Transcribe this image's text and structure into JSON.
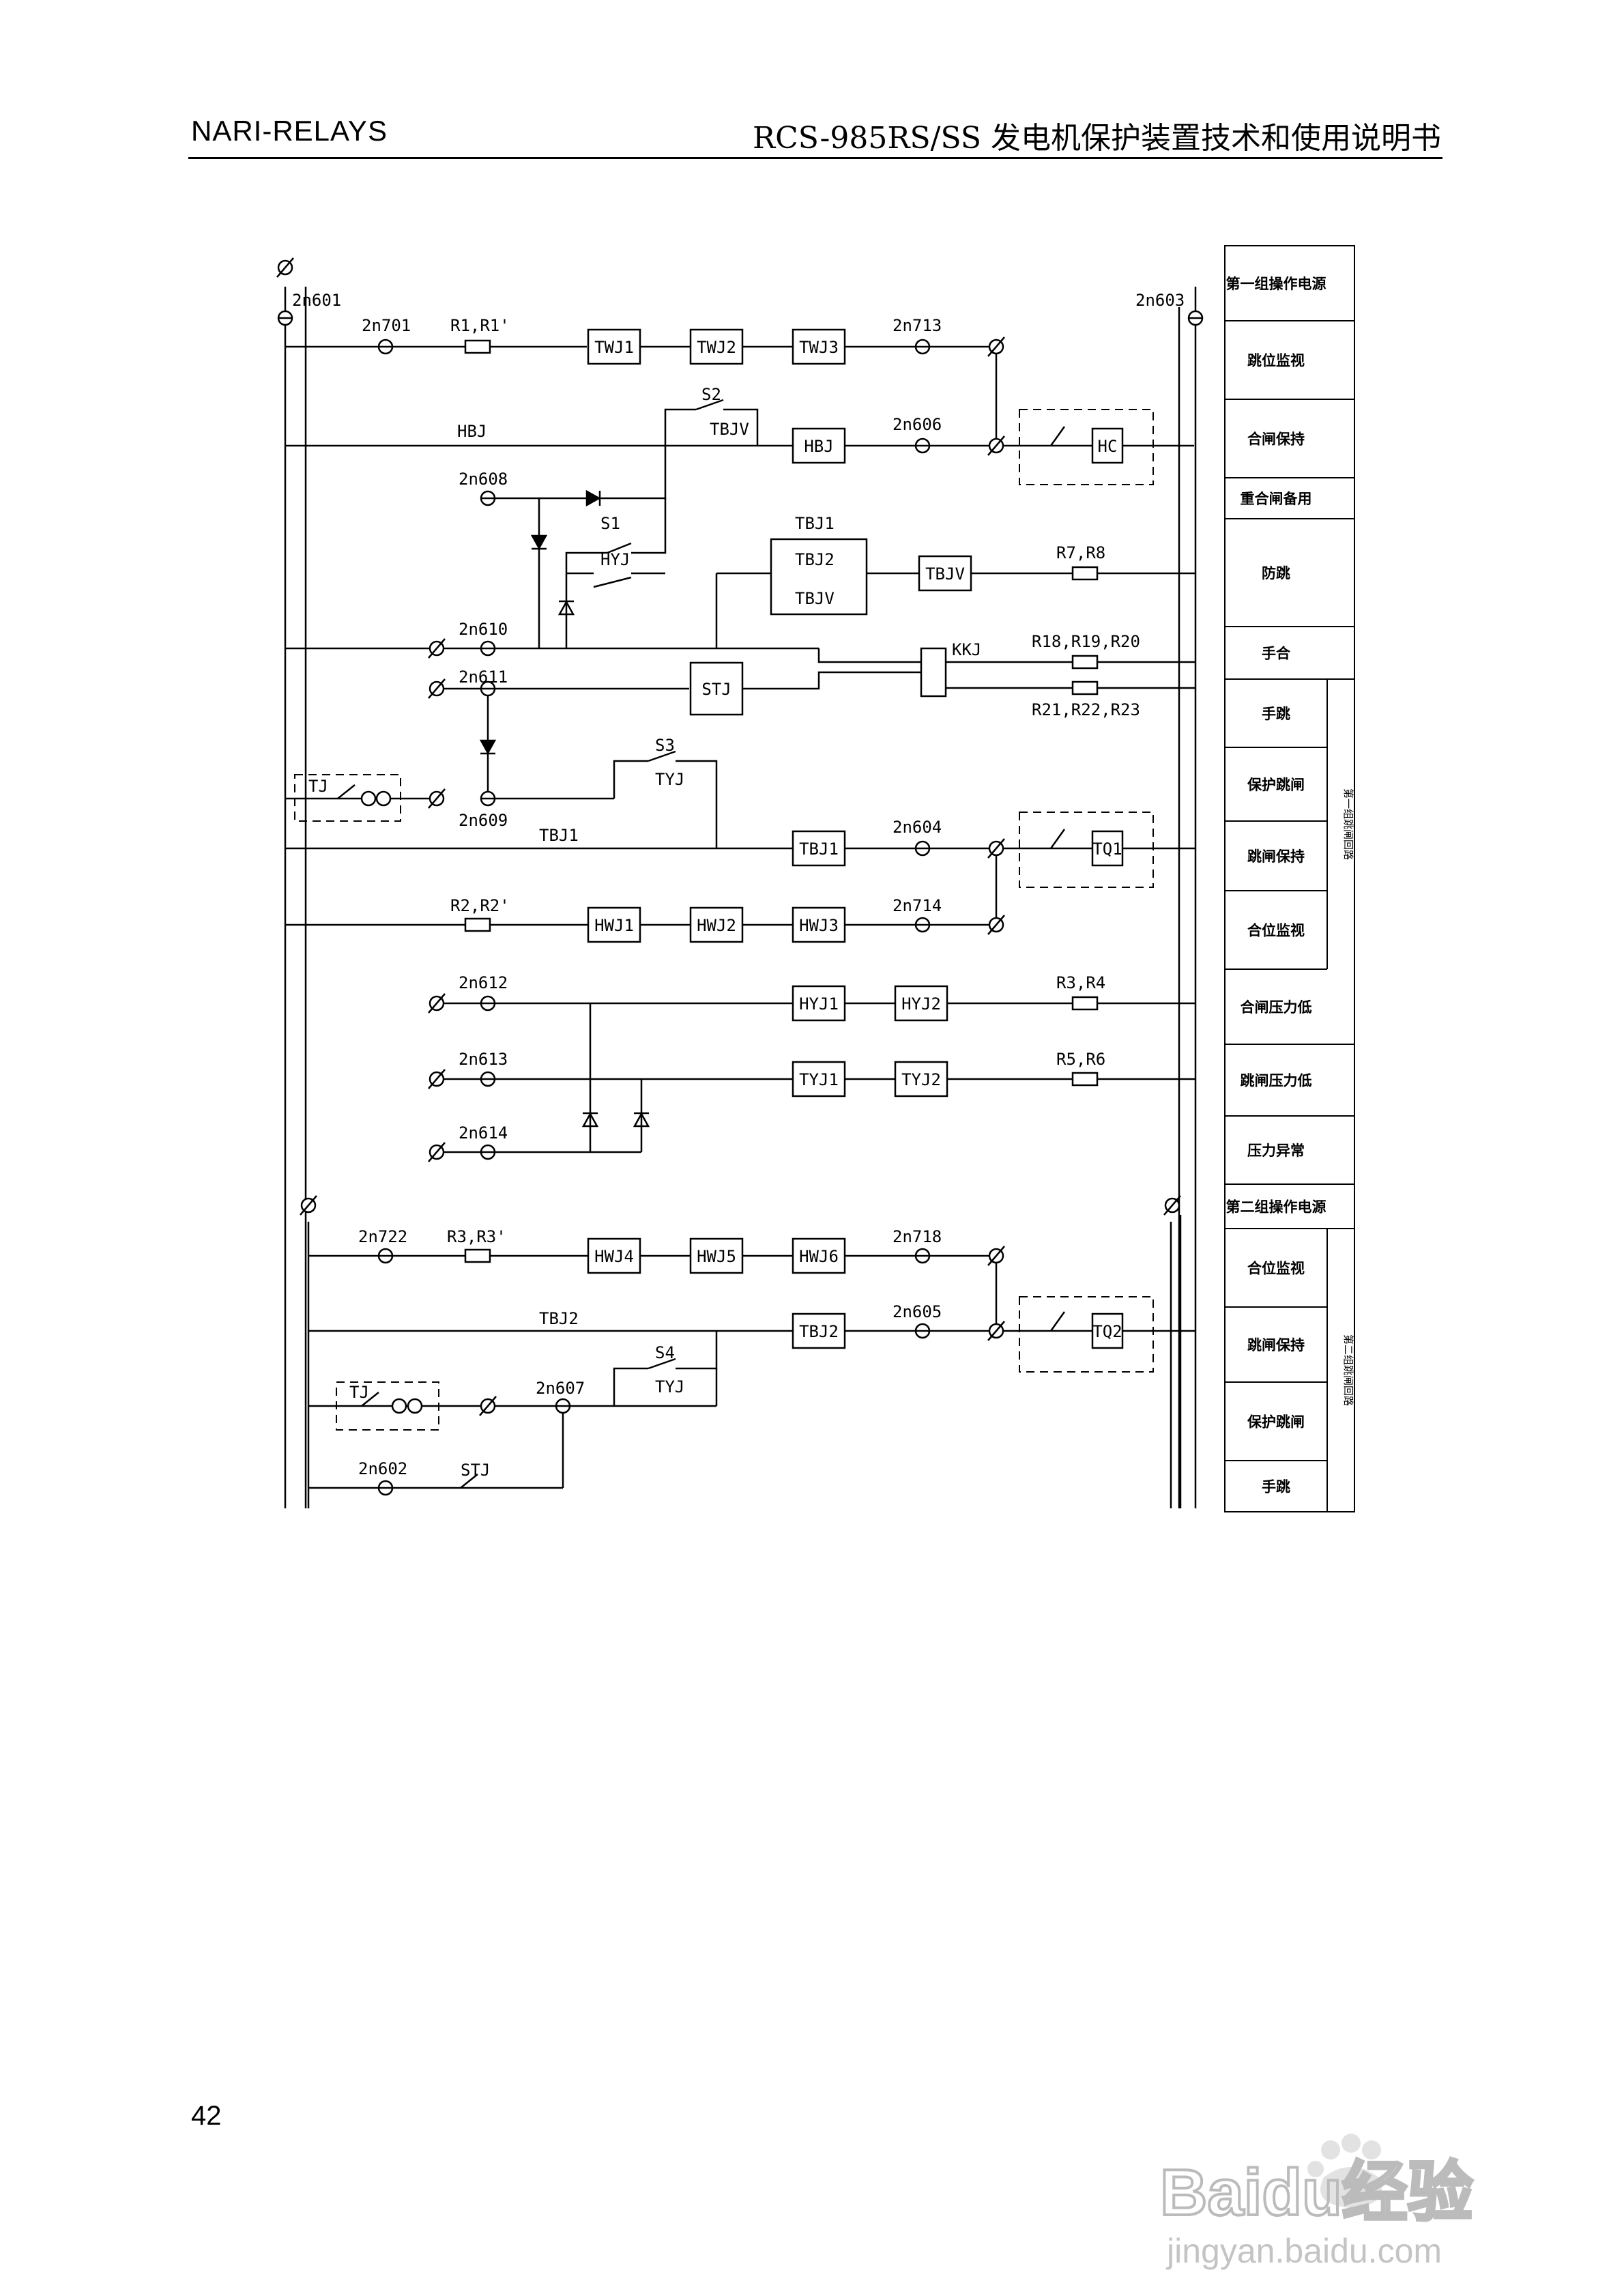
{
  "header": {
    "left": "NARI-RELAYS",
    "right": "RCS-985RS/SS 发电机保护装置技术和使用说明书"
  },
  "page_number": "42",
  "watermark": {
    "brand": "Baidu经验",
    "url": "jingyan.baidu.com"
  },
  "terminals": [
    "2n601",
    "2n603",
    "2n701",
    "2n713",
    "2n606",
    "2n608",
    "2n610",
    "2n611",
    "2n609",
    "2n604",
    "2n714",
    "2n612",
    "2n613",
    "2n614",
    "2n722",
    "2n718",
    "2n605",
    "2n607",
    "2n602"
  ],
  "component_labels": [
    "R1,R1'",
    "HBJ",
    "S2",
    "TBJV",
    "S1",
    "HYJ",
    "TBJ1",
    "TBJ2",
    "TBJV",
    "R7,R8",
    "KKJ",
    "R18,R19,R20",
    "R21,R22,R23",
    "S3",
    "TYJ",
    "TJ",
    "TBJ1",
    "R2,R2'",
    "R3,R4",
    "R5,R6",
    "R3,R3'",
    "TBJ2",
    "S4",
    "TYJ",
    "TJ",
    "STJ"
  ],
  "boxes": [
    "TWJ1",
    "TWJ2",
    "TWJ3",
    "HBJ",
    "TBJV",
    "STJ",
    "TBJ1",
    "HWJ1",
    "HWJ2",
    "HWJ3",
    "HYJ1",
    "HYJ2",
    "TYJ1",
    "TYJ2",
    "HWJ4",
    "HWJ5",
    "HWJ6",
    "TBJ2",
    "HC",
    "TQ1",
    "TQ2"
  ],
  "right_table": {
    "rows": [
      "第一组操作电源",
      "跳位监视",
      "合闸保持",
      "重合闸备用",
      "防跳",
      "手合",
      "手跳",
      "保护跳闸",
      "跳闸保持",
      "合位监视",
      "合闸压力低",
      "跳闸压力低",
      "压力异常",
      "第二组操作电源",
      "合位监视",
      "跳闸保持",
      "保护跳闸",
      "手跳"
    ],
    "group1": "第一组跳闸回路",
    "group2": "第二组跳闸回路"
  }
}
